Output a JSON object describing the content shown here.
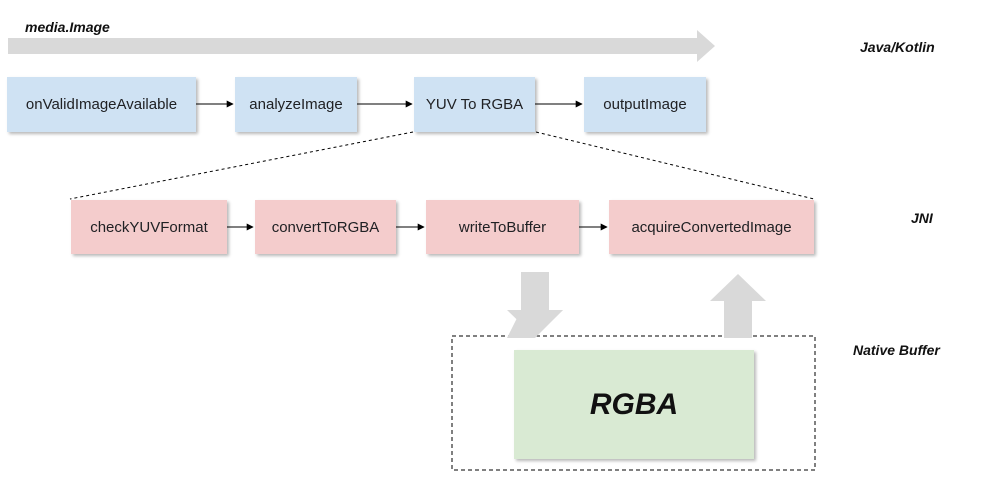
{
  "labels": {
    "media_image": "media.Image",
    "java_kotlin": "Java/Kotlin",
    "jni": "JNI",
    "native_buffer": "Native Buffer"
  },
  "java_row": [
    "onValidImageAvailable",
    "analyzeImage",
    "YUV To RGBA",
    "outputImage"
  ],
  "jni_row": [
    "checkYUVFormat",
    "convertToRGBA",
    "writeToBuffer",
    "acquireConvertedImage"
  ],
  "buffer": {
    "label": "RGBA"
  },
  "colors": {
    "java_box": "#cfe2f3",
    "jni_box": "#f4cccc",
    "buffer_box": "#d9ead3",
    "big_arrow": "#d9d9d9"
  }
}
